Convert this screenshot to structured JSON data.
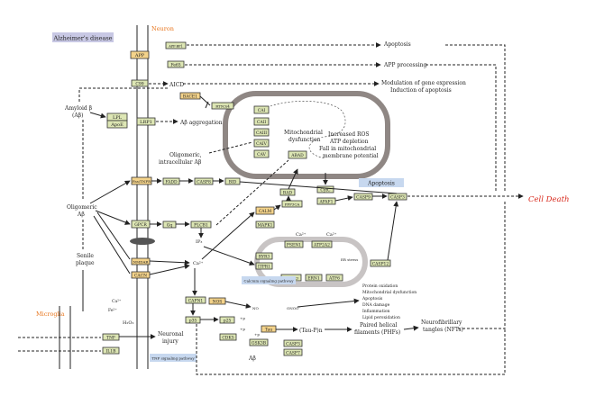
{
  "labels": {
    "title": "Alzheimer's disease",
    "neuron": "Neuron",
    "microglia": "Microglia",
    "apoptosis_badge": "Apoptosis",
    "calcium_badge": "Calcium signaling pathway",
    "tnf_badge": "TNF signaling pathway",
    "cell_death": "Cell Death"
  },
  "colors": {
    "badge_blue": "#c7d8ef",
    "title_badge": "#c8c8e4",
    "orange": "#e8761e",
    "red": "#d8291c",
    "box_green": "#dde6b4",
    "box_yellow": "#f4d38a",
    "organelle": "#8f8784"
  },
  "left_labels": {
    "amyloid": "Amyloid β",
    "abeta": "(Aβ)",
    "oligomeric": "Oligomeric",
    "oligomeric_ab": "Aβ",
    "senile": "Senile",
    "plaque": "plaque",
    "aicd": "AICD",
    "oligomeric_intra": "Oligomeric,",
    "intracellular": "intracellular Aβ",
    "ab_aggregation": "Aβ aggregation",
    "ca_left": "Ca²⁺",
    "fe": "Fe²⁺",
    "h2o2": "H₂O₂",
    "ip3": "IP₃",
    "ca_center": "Ca²⁺",
    "ca_er1": "Ca²⁺",
    "ca_er2": "Ca²⁺",
    "er_stress": "ER stress",
    "no": "NO",
    "onoo": "ONOO⁻",
    "neuronal": "Neuronal",
    "injury": "injury",
    "ab_bottom": "Aβ",
    "p_label1": "+p",
    "p_label2": "+p",
    "p_label3": "+p",
    "mito1": "Mitochondrial",
    "mito2": "dysfunction",
    "ros1": "Increased ROS",
    "ros2": "ATP depletion",
    "ros3": "Fall in mitochondrial",
    "ros4": "membrane potential"
  },
  "boxes": {
    "app": "APP",
    "app_bp1": "APP-BP1",
    "fe65": "Fe65",
    "cd": "C99",
    "bace1": "BACE1",
    "rtn3": "RTN3/4",
    "lpl": "LPL",
    "apoe": "ApoE",
    "lrp1": "LRP1",
    "cai": "CAI",
    "caii": "CAII",
    "caiii": "CAIII",
    "caiv": "CAIV",
    "cav": "CAV",
    "abad": "ABAD",
    "fas": "Fas/TNFR",
    "fadd": "FADD",
    "casp8": "CASP8",
    "bid": "BID",
    "cytc": "CytC",
    "apaf1": "APAF1",
    "casp9": "CASP9",
    "casp3": "CASP3",
    "bad": "BAD",
    "ppp3ca": "PPP3CA",
    "calm": "CALM",
    "gpcr": "GPCR",
    "gq": "Gq",
    "plcb1": "PLCB1",
    "mapk": "MAPK1",
    "nmdar": "NMDAR",
    "psen1": "PSEN1",
    "atp2a": "ATP2A2",
    "ryr3": "RYR3",
    "itpr1": "ITPR1",
    "casp12": "CASP12",
    "eif2ak3": "EIF2AK3",
    "ern1": "ERN1",
    "atf6": "ATF6",
    "cacn": "CACN",
    "capn1": "CAPN1",
    "nos": "NOS",
    "p35": "p35",
    "p25": "p25",
    "cdk5": "CDK5",
    "gsk3b": "GSK3B",
    "tau": "Tau",
    "casp3b": "CASP3",
    "casp7": "CASP7",
    "tnf": "TNF",
    "il1b": "IL1B"
  },
  "outcomes": {
    "apoptosis": "Apoptosis",
    "app_processing": "APP processing",
    "mod1": "Modulation of gene expression",
    "mod2": "Induction of apoptosis",
    "tau_p": "(Tau-P)n",
    "phf1": "Paired helical",
    "phf2": "filaments (PHFs)",
    "nft1": "Neurofibrillary",
    "nft2": "tangles (NFTs)",
    "ox1": "Protein oxidation",
    "ox2": "Mitochondrial dysfunction",
    "ox3": "Apoptosis",
    "ox4": "DNA damage",
    "ox5": "Inflammation",
    "ox6": "Lipid peroxidation"
  }
}
